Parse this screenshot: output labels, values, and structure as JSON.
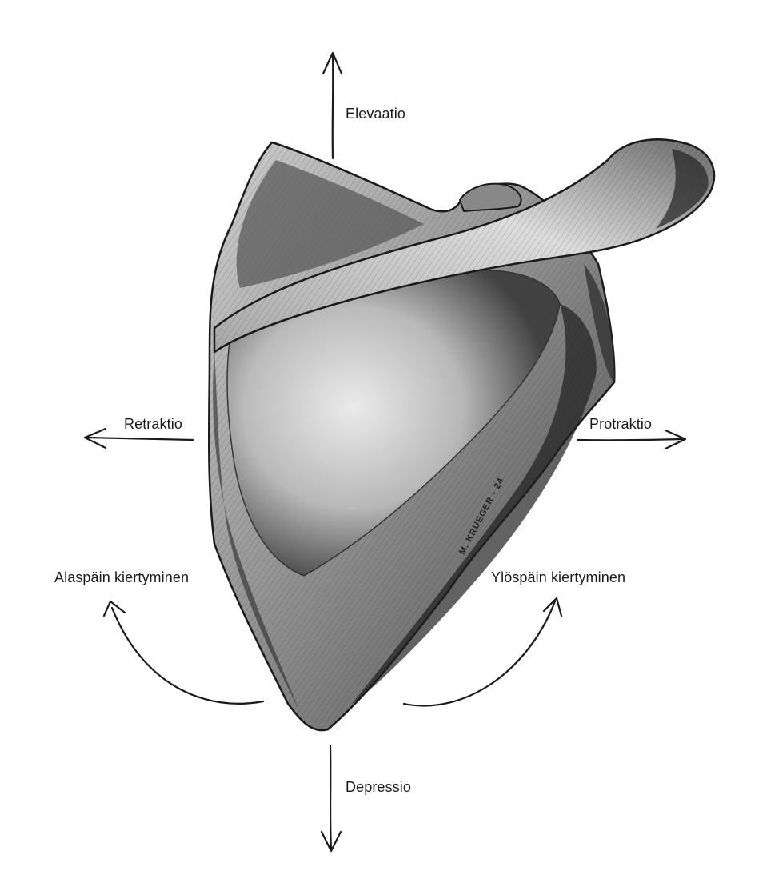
{
  "labels": {
    "elevation": "Elevaatio",
    "depression": "Depressio",
    "retraction": "Retraktio",
    "protraction": "Protraktio",
    "downward_rotation": "Alaspäin kiertyminen",
    "upward_rotation": "Ylöspäin kiertyminen"
  },
  "signature": "M. KRUEGER - 24",
  "colors": {
    "ink": "#1a1a1a",
    "background": "#ffffff",
    "shade_dark": "#2b2b2b",
    "shade_light": "#e9e9e9"
  }
}
